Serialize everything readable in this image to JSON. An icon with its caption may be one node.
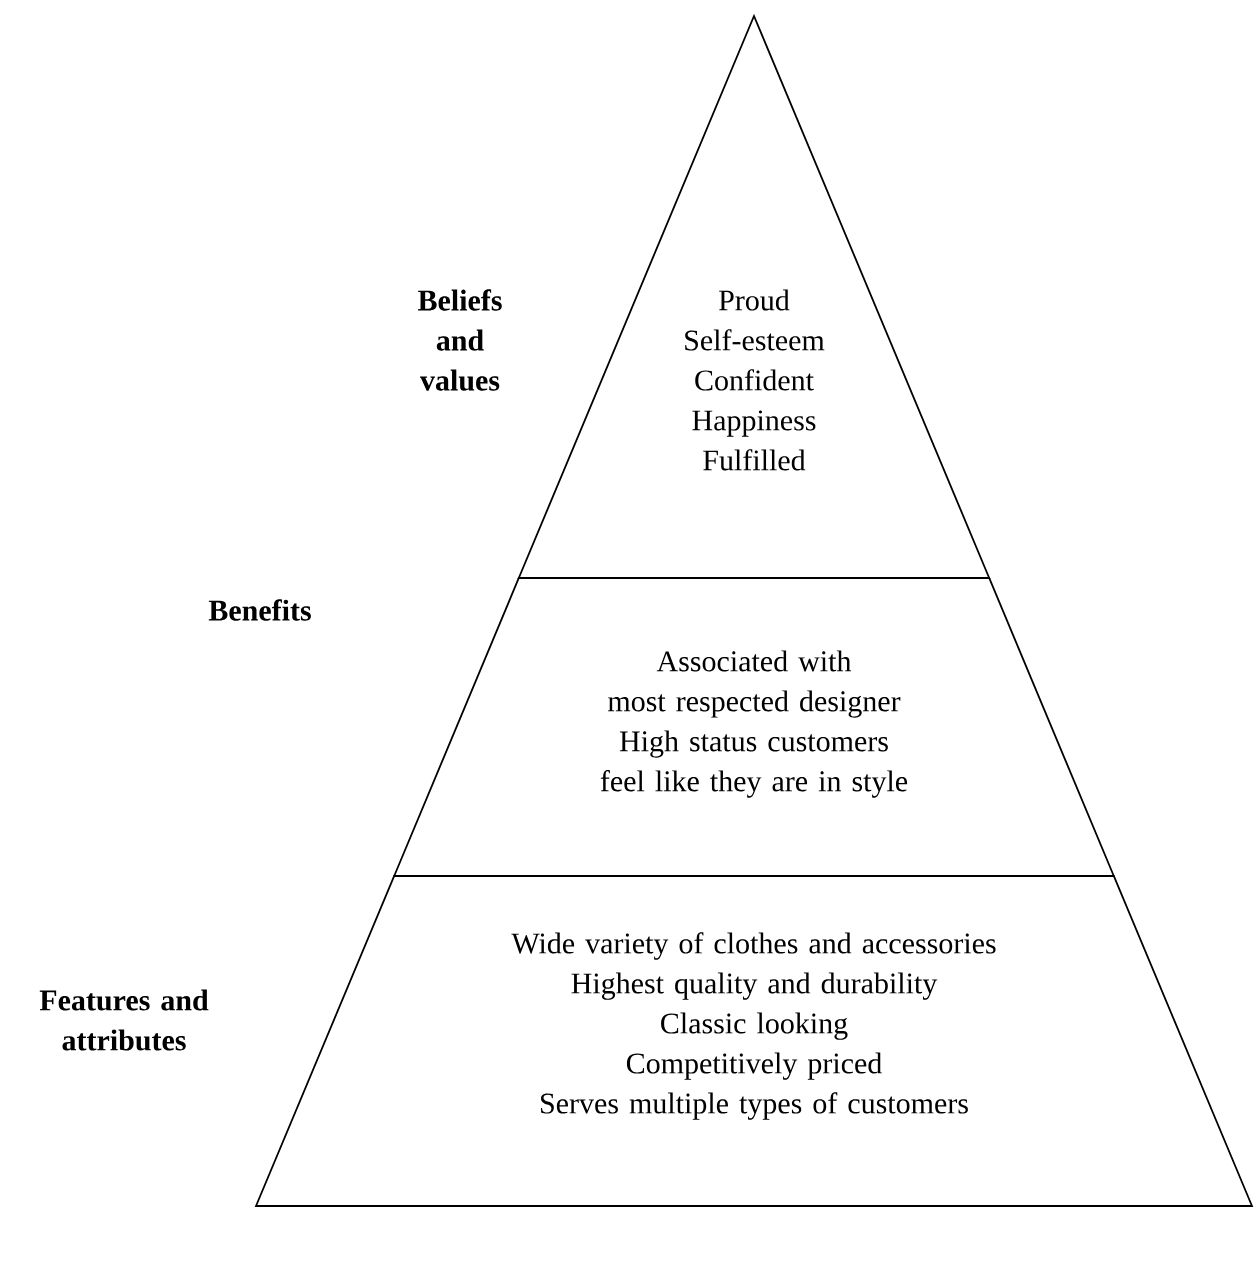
{
  "diagram": {
    "nodes": [
      {
        "text": [
          "Proud",
          "Self-esteem",
          "Confident",
          "Happiness",
          "Fulfilled"
        ],
        "beside": [
          "Beliefs and values"
        ]
      },
      {
        "text": [
          "Associated with",
          "most respected designer",
          "High status customers",
          "feel like they are in style"
        ],
        "beside": [
          "Benefits"
        ]
      },
      {
        "text": [
          "Wide variety of clothes and accessories",
          "Highest quality and durability",
          "Classic looking",
          "Competitively priced",
          "Serves multiple types of customers"
        ],
        "beside": [
          "Features and attributes"
        ]
      }
    ],
    "edges": []
  }
}
